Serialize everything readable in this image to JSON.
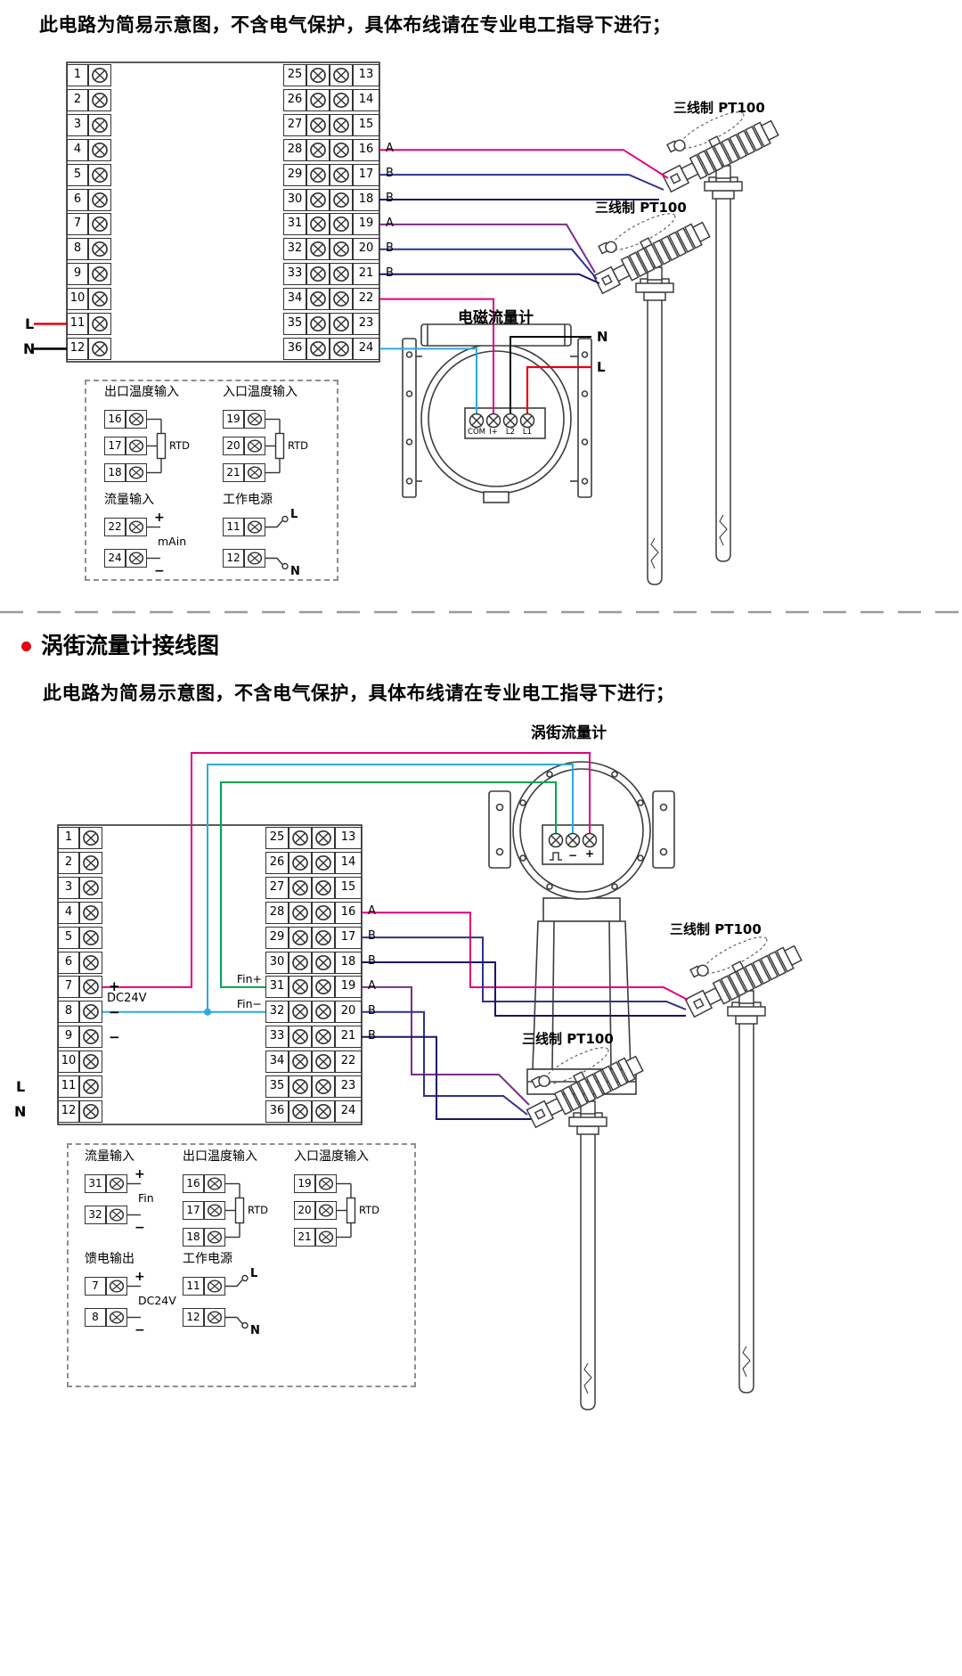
{
  "colors": {
    "magenta": "#e5007d",
    "navy": "#2e3192",
    "darkblue": "#1b1464",
    "purple": "#7b2d86",
    "cyan": "#29abe2",
    "red": "#e8000d",
    "green": "#00a551",
    "black": "#000000",
    "bullet": "#e60012"
  },
  "section_top": {
    "warning": "此电路为简易示意图，不含电气保护，具体布线请在专业电工指导下进行；",
    "terminal_block": {
      "left": [
        "1",
        "2",
        "3",
        "4",
        "5",
        "6",
        "7",
        "8",
        "9",
        "10",
        "11",
        "12"
      ],
      "right_inner": [
        "25",
        "26",
        "27",
        "28",
        "29",
        "30",
        "31",
        "32",
        "33",
        "34",
        "35",
        "36"
      ],
      "right_outer": [
        "13",
        "14",
        "15",
        "16",
        "17",
        "18",
        "19",
        "20",
        "21",
        "22",
        "23",
        "24"
      ]
    },
    "wire_labels": [
      "A",
      "B",
      "B",
      "A",
      "B",
      "B"
    ],
    "mains": {
      "live": "L",
      "neutral": "N"
    },
    "flowmeter": {
      "title": "电磁流量计",
      "terminals": [
        "COM",
        "I+",
        "L2",
        "L1"
      ],
      "neutral": "N",
      "live": "L"
    },
    "sensors": [
      {
        "label": "三线制 PT100"
      },
      {
        "label": "三线制 PT100"
      }
    ],
    "detail": {
      "outlet_temp": {
        "title": "出口温度输入",
        "terminals": [
          "16",
          "17",
          "18"
        ],
        "tag": "RTD"
      },
      "inlet_temp": {
        "title": "入口温度输入",
        "terminals": [
          "19",
          "20",
          "21"
        ],
        "tag": "RTD"
      },
      "flow_input": {
        "title": "流量输入",
        "terminals": [
          "22",
          "24"
        ],
        "plus": "+",
        "tag": "mAin",
        "minus": "−"
      },
      "power": {
        "title": "工作电源",
        "terminals": [
          "11",
          "12"
        ],
        "live": "L",
        "neutral": "N"
      }
    }
  },
  "section_bottom": {
    "heading": "涡街流量计接线图",
    "warning": "此电路为简易示意图，不含电气保护，具体布线请在专业电工指导下进行；",
    "terminal_block": {
      "left": [
        "1",
        "2",
        "3",
        "4",
        "5",
        "6",
        "7",
        "8",
        "9",
        "10",
        "11",
        "12"
      ],
      "right_inner": [
        "25",
        "26",
        "27",
        "28",
        "29",
        "30",
        "31",
        "32",
        "33",
        "34",
        "35",
        "36"
      ],
      "right_outer": [
        "13",
        "14",
        "15",
        "16",
        "17",
        "18",
        "19",
        "20",
        "21",
        "22",
        "23",
        "24"
      ]
    },
    "wire_labels": [
      "A",
      "B",
      "B",
      "A",
      "B",
      "B"
    ],
    "dc_labels": {
      "plus": "+",
      "name": "DC24V",
      "minus1": "−",
      "minus2": "−"
    },
    "fin_labels": {
      "plus": "Fin+",
      "minus": "Fin−"
    },
    "mains": {
      "live": "L",
      "neutral": "N"
    },
    "flowmeter": {
      "title": "涡街流量计",
      "terminal_symbols": [
        "⎍",
        "−",
        "+"
      ]
    },
    "sensors": [
      {
        "label": "三线制 PT100"
      },
      {
        "label": "三线制 PT100"
      }
    ],
    "detail": {
      "flow_input": {
        "title": "流量输入",
        "terminals": [
          "31",
          "32"
        ],
        "plus": "+",
        "tag": "Fin",
        "minus": "−"
      },
      "outlet_temp": {
        "title": "出口温度输入",
        "terminals": [
          "16",
          "17",
          "18"
        ],
        "tag": "RTD"
      },
      "inlet_temp": {
        "title": "入口温度输入",
        "terminals": [
          "19",
          "20",
          "21"
        ],
        "tag": "RTD"
      },
      "feed_output": {
        "title": "馈电输出",
        "terminals": [
          "7",
          "8"
        ],
        "plus": "+",
        "tag": "DC24V",
        "minus": "−"
      },
      "power": {
        "title": "工作电源",
        "terminals": [
          "11",
          "12"
        ],
        "live": "L",
        "neutral": "N"
      }
    }
  }
}
